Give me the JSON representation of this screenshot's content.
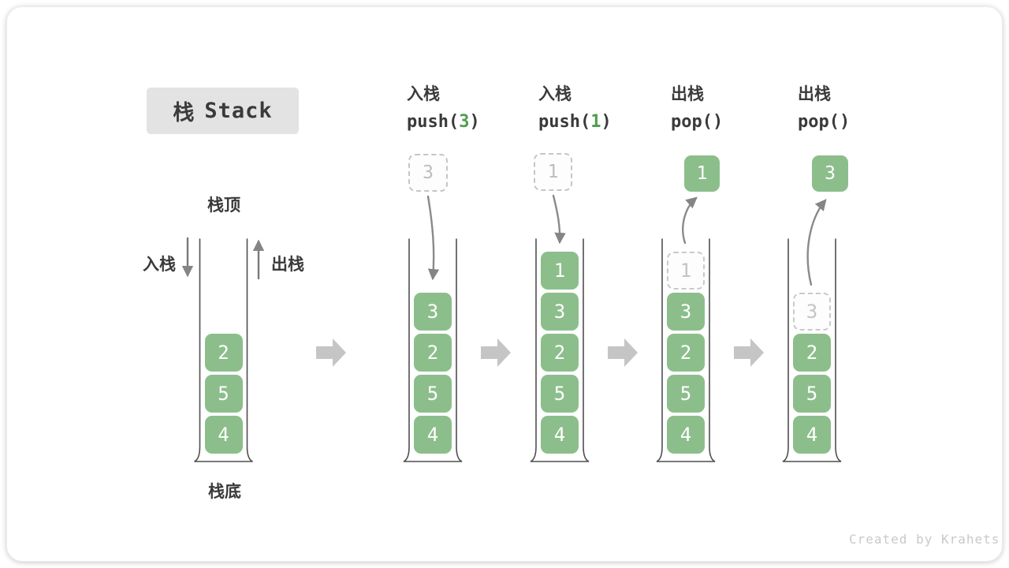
{
  "title": {
    "zh": "栈",
    "en": "Stack"
  },
  "labels": {
    "stack_top": "栈顶",
    "stack_bottom": "栈底",
    "push_side": "入栈",
    "pop_side": "出栈"
  },
  "steps": [
    {
      "op": "入栈",
      "code_pre": "push(",
      "arg": "3",
      "code_post": ")"
    },
    {
      "op": "入栈",
      "code_pre": "push(",
      "arg": "1",
      "code_post": ")"
    },
    {
      "op": "出栈",
      "code_pre": "pop(",
      "arg": "",
      "code_post": ")"
    },
    {
      "op": "出栈",
      "code_pre": "pop(",
      "arg": "",
      "code_post": ")"
    }
  ],
  "floating_boxes": [
    {
      "value": "3",
      "style": "dashed"
    },
    {
      "value": "1",
      "style": "dashed"
    },
    {
      "value": "1",
      "style": "solid"
    },
    {
      "value": "3",
      "style": "solid"
    }
  ],
  "stacks": [
    {
      "cells": [
        {
          "value": "2"
        },
        {
          "value": "5"
        },
        {
          "value": "4"
        }
      ]
    },
    {
      "cells": [
        {
          "value": "3"
        },
        {
          "value": "2"
        },
        {
          "value": "5"
        },
        {
          "value": "4"
        }
      ]
    },
    {
      "cells": [
        {
          "value": "1"
        },
        {
          "value": "3"
        },
        {
          "value": "2"
        },
        {
          "value": "5"
        },
        {
          "value": "4"
        }
      ]
    },
    {
      "cells": [
        {
          "value": "1",
          "ghost": true
        },
        {
          "value": "3"
        },
        {
          "value": "2"
        },
        {
          "value": "5"
        },
        {
          "value": "4"
        }
      ]
    },
    {
      "cells": [
        {
          "value": "3",
          "ghost": true
        },
        {
          "value": "2"
        },
        {
          "value": "5"
        },
        {
          "value": "4"
        }
      ]
    }
  ],
  "watermark": "Created by Krahets",
  "colors": {
    "cell_green": "#8CBE8C",
    "code_green": "#4F9D4F",
    "ghost_gray": "#C4C4C4",
    "arrow_gray": "#8A8A8A",
    "block_arrow_gray": "#C5C5C5",
    "container_stroke": "#4F4F4F",
    "title_bg": "#E3E3E3",
    "text_dark": "#3A3A3A",
    "watermark_gray": "#C9C9C9"
  }
}
